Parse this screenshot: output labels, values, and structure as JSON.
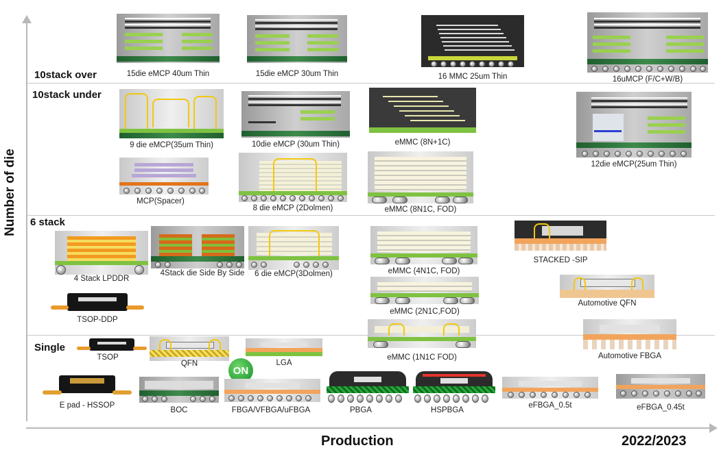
{
  "axes": {
    "y_label": "Number of die",
    "x_label": "Production",
    "year_label": "2022/2023"
  },
  "tiers": {
    "t10over": "10stack over",
    "t10under": "10stack under",
    "t6": "6 stack",
    "single": "Single"
  },
  "logo_text": "ON",
  "captions": {
    "c1": "15die eMCP 40um Thin",
    "c2": "15die eMCP 30um Thin",
    "c3": "16 MMC 25um Thin",
    "c4": "16uMCP (F/C+W/B)",
    "c5": "9 die eMCP(35um Thin)",
    "c6": "10die  eMCP (30um Thin)",
    "c7": "eMMC (8N+1C)",
    "c8": "12die  eMCP(25um Thin)",
    "c9": "MCP(Spacer)",
    "c10": "8 die eMCP (2Dolmen)",
    "c11": "eMMC (8N1C, FOD)",
    "c12": "4 Stack LPDDR",
    "c13": "4Stack die Side By Side",
    "c14": "6 die eMCP(3Dolmen)",
    "c15": "eMMC (4N1C, FOD)",
    "c16": "STACKED -SIP",
    "c17": "eMMC (2N1C,FOD)",
    "c18": "Automotive QFN",
    "c19": "TSOP-DDP",
    "c20": "eMMC (1N1C FOD)",
    "c21": "Automotive FBGA",
    "c22": "TSOP",
    "c23": "QFN",
    "c24": "LGA",
    "c25": "E pad - HSSOP",
    "c26": "BOC",
    "c27": "FBGA/VFBGA/uFBGA",
    "c28": "PBGA",
    "c29": "HSPBGA",
    "c30": "eFBGA_0.5t",
    "c31": "eFBGA_0.45t"
  }
}
